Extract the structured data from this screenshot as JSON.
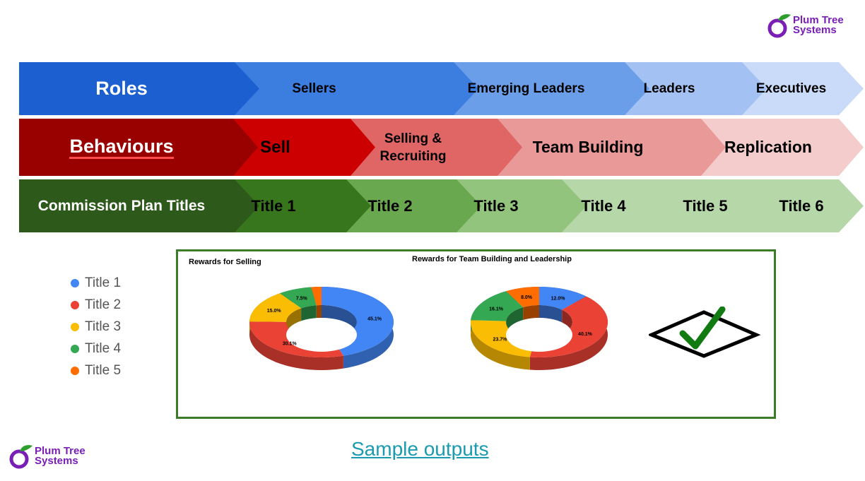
{
  "logo": {
    "line1": "Plum Tree",
    "line2": "Systems"
  },
  "rows": {
    "roles": {
      "header": "Roles",
      "items": [
        "Sellers",
        "Emerging Leaders",
        "Leaders",
        "Executives"
      ]
    },
    "behaviours": {
      "header": "Behaviours",
      "items": [
        "Sell",
        "Selling &\nRecruiting",
        "Team Building",
        "Replication"
      ]
    },
    "titles": {
      "header": "Commission Plan Titles",
      "items": [
        "Title 1",
        "Title 2",
        "Title 3",
        "Title 4",
        "Title 5",
        "Title 6"
      ]
    }
  },
  "colors": {
    "roles": [
      "#1c5fd0",
      "#3c7ee0",
      "#6b9ee9",
      "#a3c2f3",
      "#c9dbf9"
    ],
    "behaviours": [
      "#990000",
      "#cc0000",
      "#e06666",
      "#ea9999",
      "#f4cccc"
    ],
    "titles": [
      "#2d5a1b",
      "#38761d",
      "#6aa84f",
      "#93c47d",
      "#b6d7a8",
      "#b6d7a8",
      "#b6d7a8"
    ]
  },
  "legend": [
    {
      "label": "Title 1",
      "color": "#4285f4"
    },
    {
      "label": "Title 2",
      "color": "#ea4335"
    },
    {
      "label": "Title 3",
      "color": "#fbbc04"
    },
    {
      "label": "Title 4",
      "color": "#34a853"
    },
    {
      "label": "Title 5",
      "color": "#ff6d01"
    }
  ],
  "chart_data": [
    {
      "type": "pie",
      "title": "Rewards for Selling",
      "categories": [
        "Title 1",
        "Title 2",
        "Title 3",
        "Title 4",
        "Title 5"
      ],
      "values": [
        45.1,
        30.1,
        15.0,
        7.5,
        2.3
      ],
      "labels": [
        "45.1%",
        "30.1%",
        "15.0%",
        "7.5%",
        ""
      ],
      "colors": [
        "#4285f4",
        "#ea4335",
        "#fbbc04",
        "#34a853",
        "#ff6d01"
      ]
    },
    {
      "type": "pie",
      "title": "Rewards for Team Building and Leadership",
      "categories": [
        "Title 1",
        "Title 2",
        "Title 3",
        "Title 4",
        "Title 5"
      ],
      "values": [
        12.0,
        40.1,
        23.7,
        16.1,
        8.0
      ],
      "labels": [
        "12.0%",
        "40.1%",
        "23.7%",
        "16.1%",
        "8.0%"
      ],
      "colors": [
        "#4285f4",
        "#ea4335",
        "#fbbc04",
        "#34a853",
        "#ff6d01"
      ]
    }
  ],
  "caption": "Sample outputs"
}
